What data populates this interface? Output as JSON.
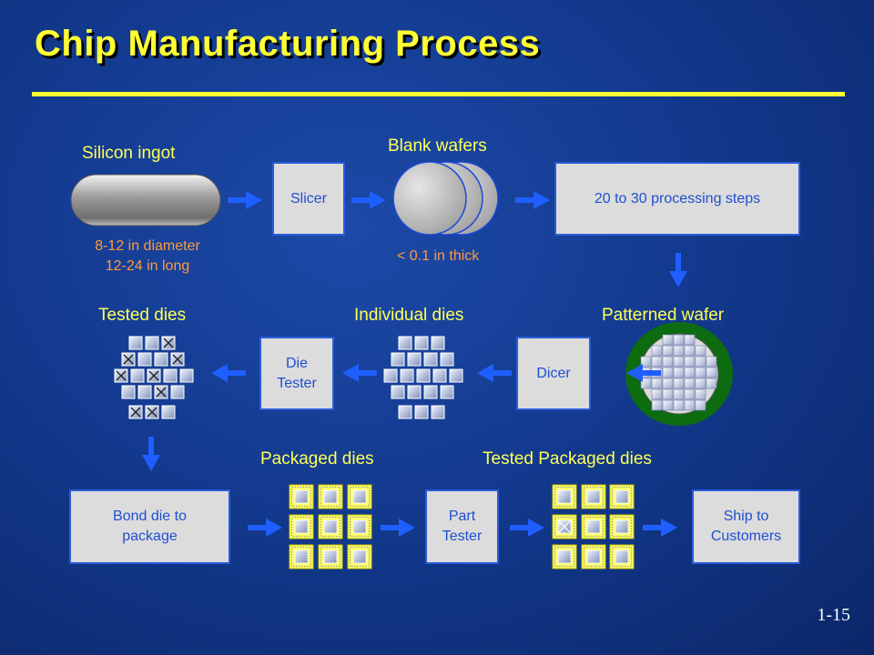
{
  "title": "Chip Manufacturing Process",
  "page_number": "1-15",
  "labels": {
    "silicon_ingot": "Silicon ingot",
    "blank_wafers": "Blank wafers",
    "patterned_wafer": "Patterned wafer",
    "individual_dies": "Individual dies",
    "tested_dies": "Tested dies",
    "packaged_dies": "Packaged dies",
    "tested_packaged_dies": "Tested Packaged dies"
  },
  "notes": {
    "ingot_diameter": "8-12 in diameter",
    "ingot_length": "12-24 in long",
    "wafer_thickness": "< 0.1 in thick"
  },
  "boxes": {
    "slicer": "Slicer",
    "processing": "20 to 30 processing steps",
    "dicer": "Dicer",
    "die_tester_1": "Die",
    "die_tester_2": "Tester",
    "bond_1": "Bond die to",
    "bond_2": "package",
    "part_tester_1": "Part",
    "part_tester_2": "Tester",
    "ship_1": "Ship to",
    "ship_2": "Customers"
  },
  "colors": {
    "title": "#ffff33",
    "label": "#ffff55",
    "note": "#ff9a3c",
    "box_text": "#1f4fd1",
    "arrow": "#1f5fff",
    "wafer_ring": "#0d6b10"
  }
}
